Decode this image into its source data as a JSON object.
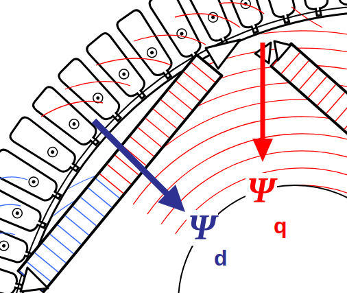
{
  "diagram": {
    "labels": [
      "Ψ",
      "q",
      "Ψ",
      "d"
    ]
  }
}
